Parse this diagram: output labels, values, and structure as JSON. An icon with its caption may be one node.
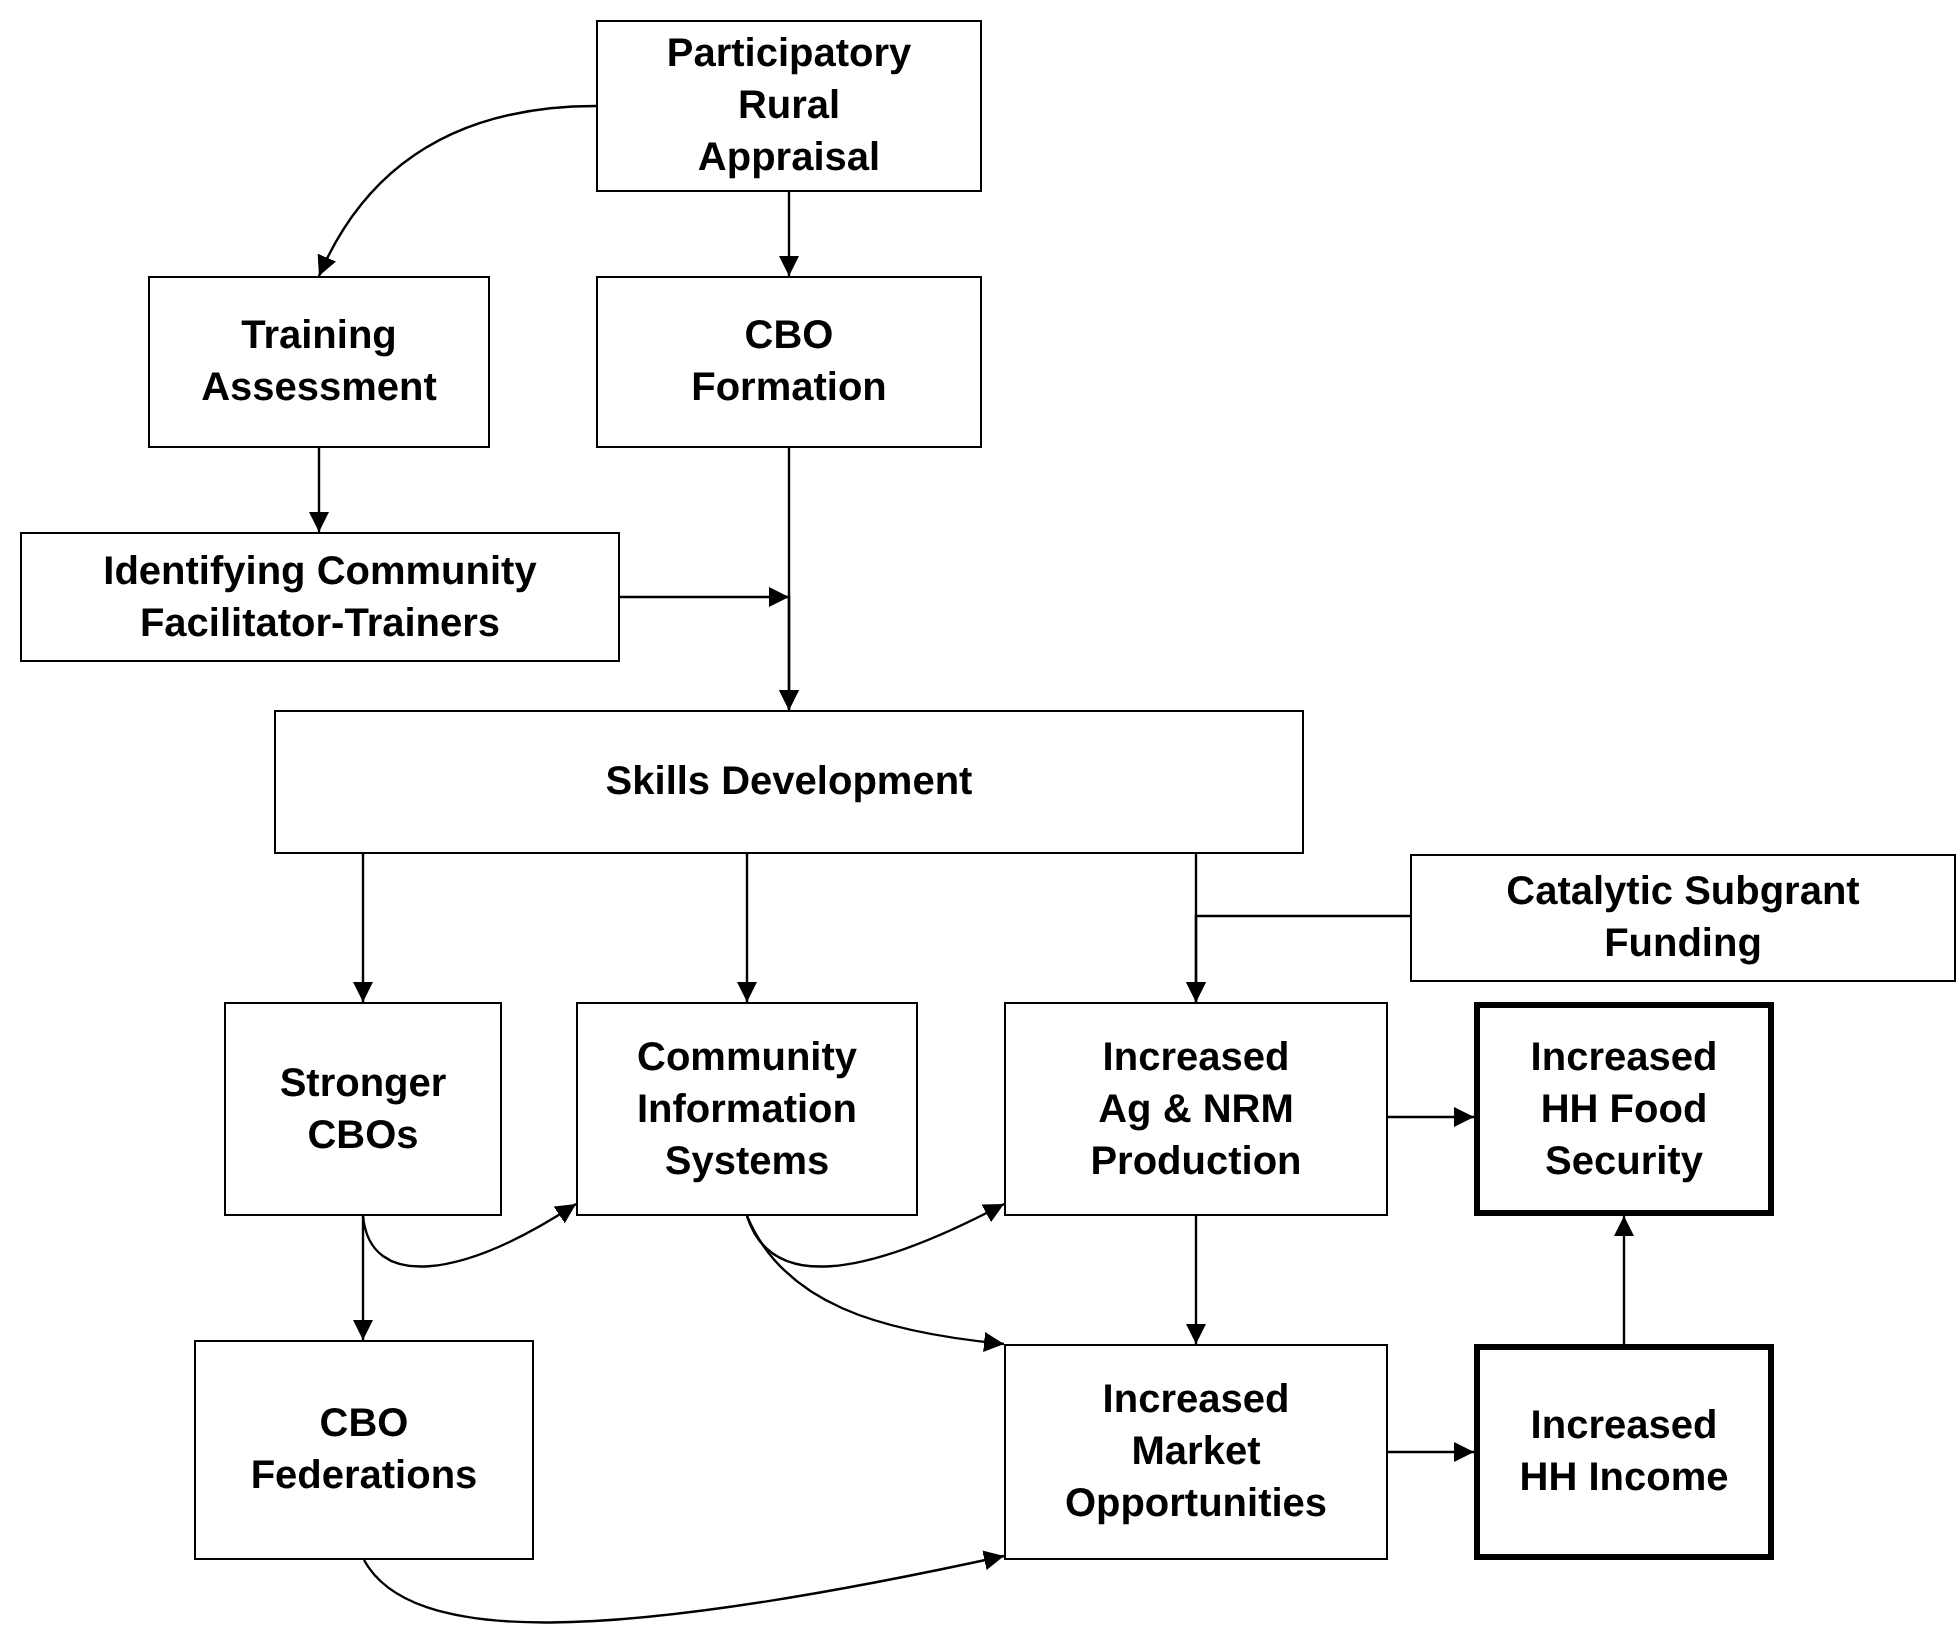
{
  "diagram": {
    "nodes": [
      {
        "text": [
          "Participatory Rural Appraisal"
        ]
      },
      {
        "text": [
          "Training Assessment"
        ]
      },
      {
        "text": [
          "CBO Formation"
        ]
      },
      {
        "text": [
          "Identifying Community Facilitator-Trainers"
        ]
      },
      {
        "text": [
          "Skills Development"
        ]
      },
      {
        "text": [
          "Catalytic Subgrant Funding"
        ]
      },
      {
        "text": [
          "Stronger CBOs"
        ]
      },
      {
        "text": [
          "Community Information Systems"
        ]
      },
      {
        "text": [
          "Increased Ag & NRM Production"
        ]
      },
      {
        "text": [
          "Increased HH Food Security"
        ]
      },
      {
        "text": [
          "CBO Federations"
        ]
      },
      {
        "text": [
          "Increased Market Opportunities"
        ]
      },
      {
        "text": [
          "Increased HH Income"
        ]
      }
    ],
    "edges": [
      {
        "from": 0,
        "to": 1,
        "arrow": "to"
      },
      {
        "from": 0,
        "to": 2,
        "arrow": "to"
      },
      {
        "from": 1,
        "to": 3,
        "arrow": "to"
      },
      {
        "from": 2,
        "to": 4,
        "arrow": "to"
      },
      {
        "from": 3,
        "to": 4,
        "arrow": "to"
      },
      {
        "from": 4,
        "to": 6,
        "arrow": "to"
      },
      {
        "from": 4,
        "to": 7,
        "arrow": "to"
      },
      {
        "from": 4,
        "to": 8,
        "arrow": "to"
      },
      {
        "from": 5,
        "to": 8,
        "arrow": "to"
      },
      {
        "from": 6,
        "to": 7,
        "arrow": "to"
      },
      {
        "from": 6,
        "to": 10,
        "arrow": "to"
      },
      {
        "from": 7,
        "to": 8,
        "arrow": "to"
      },
      {
        "from": 7,
        "to": 11,
        "arrow": "to"
      },
      {
        "from": 8,
        "to": 9,
        "arrow": "to"
      },
      {
        "from": 8,
        "to": 11,
        "arrow": "to"
      },
      {
        "from": 10,
        "to": 11,
        "arrow": "to"
      },
      {
        "from": 11,
        "to": 12,
        "arrow": "to"
      },
      {
        "from": 12,
        "to": 9,
        "arrow": "to"
      }
    ]
  }
}
